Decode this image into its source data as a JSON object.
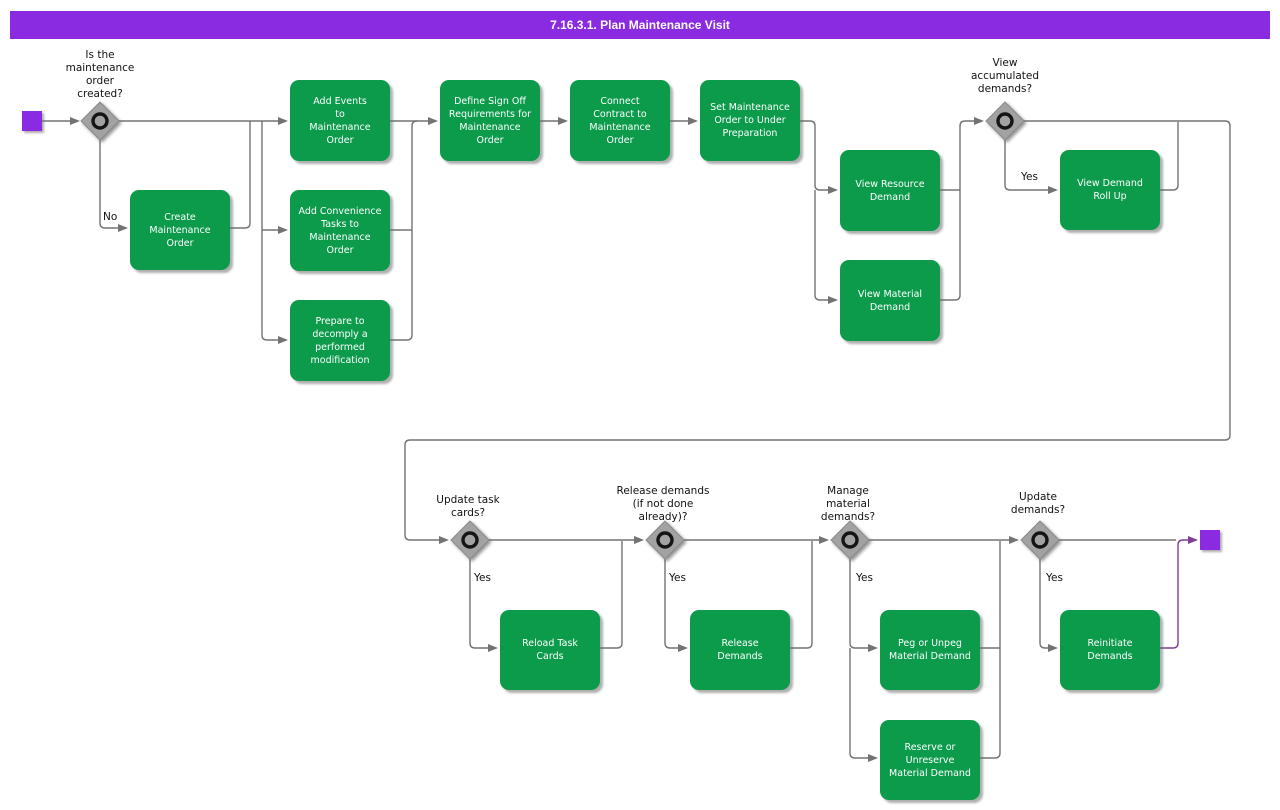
{
  "title": "7.16.3.1. Plan Maintenance Visit",
  "colors": {
    "accent_purple": "#8A2BE2",
    "activity_green": "#0B9B4B",
    "edge_gray": "#737373",
    "edge_purple": "#7C3F94",
    "diamond_gray": "#A2A2A2"
  },
  "activities": {
    "create_maintenance_order": {
      "label": "Create\nMaintenance\nOrder"
    },
    "add_events": {
      "label": "Add Events\nto\nMaintenance\nOrder"
    },
    "add_convenience_tasks": {
      "label": "Add Convenience\nTasks to\nMaintenance\nOrder"
    },
    "prepare_decomply": {
      "label": "Prepare to\ndecomply a\nperformed\nmodification"
    },
    "define_sign_off": {
      "label": "Define Sign Off\nRequirements for\nMaintenance\nOrder"
    },
    "connect_contract": {
      "label": "Connect\nContract to\nMaintenance\nOrder"
    },
    "set_under_preparation": {
      "label": "Set Maintenance\nOrder to Under\nPreparation"
    },
    "view_resource_demand": {
      "label": "View Resource\nDemand"
    },
    "view_material_demand": {
      "label": "View Material\nDemand"
    },
    "view_demand_roll_up": {
      "label": "View Demand\nRoll Up"
    },
    "reload_task_cards": {
      "label": "Reload Task\nCards"
    },
    "release_demands": {
      "label": "Release\nDemands"
    },
    "peg_unpeg_material_demand": {
      "label": "Peg or Unpeg\nMaterial Demand"
    },
    "reserve_unreserve_material_demand": {
      "label": "Reserve or\nUnreserve\nMaterial Demand"
    },
    "reinitiate_demands": {
      "label": "Reinitiate\nDemands"
    }
  },
  "decisions": {
    "order_created": {
      "question": "Is the\nmaintenance\norder\ncreated?",
      "no_label": "No"
    },
    "view_accumulated_demands": {
      "question": "View\naccumulated\ndemands?",
      "yes_label": "Yes"
    },
    "update_task_cards": {
      "question": "Update task\ncards?",
      "yes_label": "Yes"
    },
    "release_demands_check": {
      "question": "Release demands\n(if not done\nalready)?",
      "yes_label": "Yes"
    },
    "manage_material_demands": {
      "question": "Manage\nmaterial\ndemands?",
      "yes_label": "Yes"
    },
    "update_demands": {
      "question": "Update\ndemands?",
      "yes_label": "Yes"
    }
  }
}
